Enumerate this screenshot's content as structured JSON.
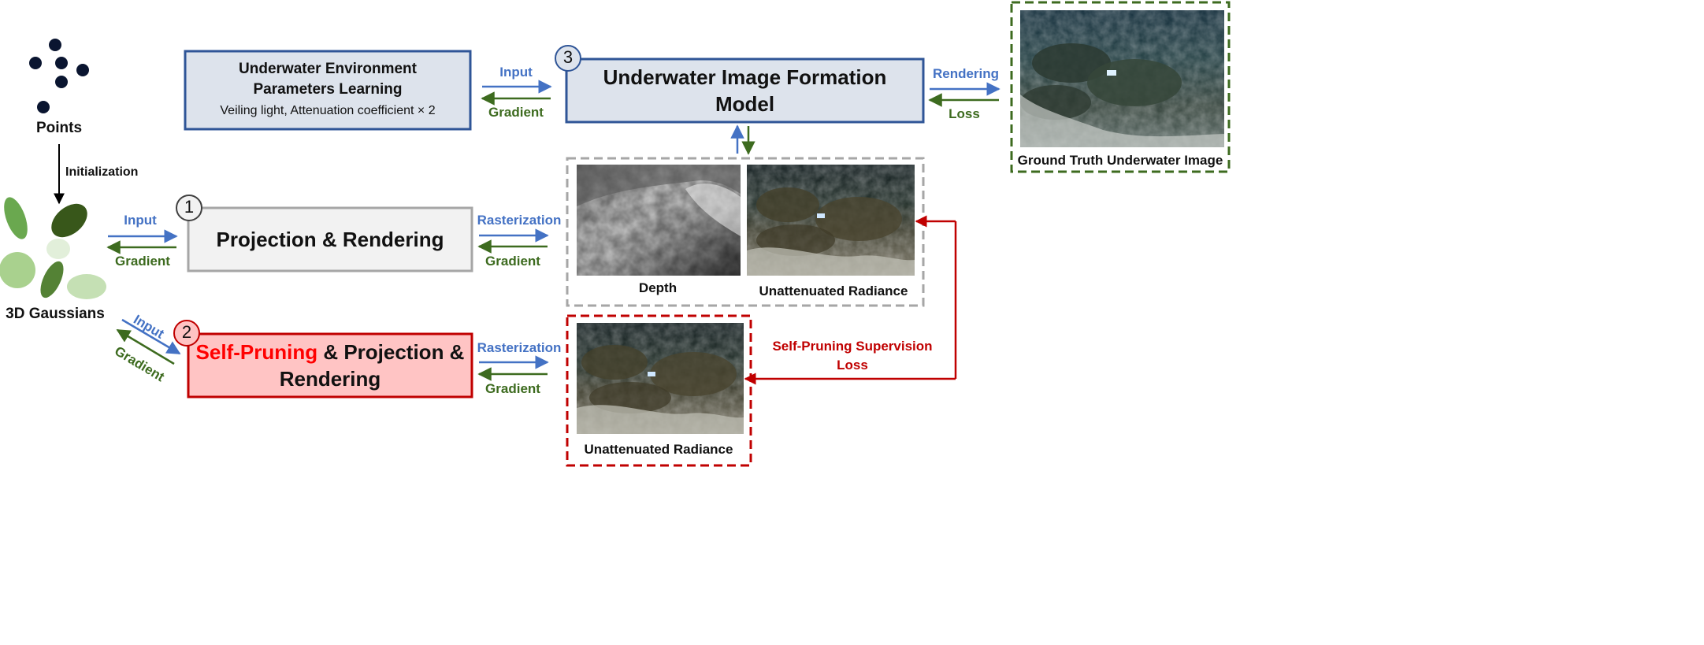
{
  "colors": {
    "blue": "#4472c4",
    "green": "#3d6b1f",
    "red": "#c00000",
    "box_blue_fill": "#dde3ec",
    "box_blue_border": "#2f5597",
    "box_gray_fill": "#f2f2f2",
    "box_gray_border": "#a6a6a6",
    "box_red_fill": "#ffc4c4",
    "box_red_border": "#c00000",
    "gt_border": "#3d6b1f"
  },
  "left": {
    "points_label": "Points",
    "initialization_label": "Initialization",
    "gaussians_label": "3D Gaussians"
  },
  "env_box": {
    "title_line1": "Underwater Environment",
    "title_line2": "Parameters Learning",
    "subtitle": "Veiling light, Attenuation coefficient × 2"
  },
  "formation_box": {
    "number": "3",
    "title_line1": "Underwater Image Formation",
    "title_line2": "Model"
  },
  "projection_box": {
    "number": "1",
    "title": "Projection & Rendering"
  },
  "selfprune_box": {
    "number": "2",
    "title_highlight": "Self-Pruning",
    "title_rest": " & Projection &",
    "title_line2": "Rendering"
  },
  "arrows": {
    "env_input": "Input",
    "env_gradient": "Gradient",
    "rendering": "Rendering",
    "loss": "Loss",
    "proj_input": "Input",
    "proj_gradient": "Gradient",
    "proj_rasterization": "Rasterization",
    "proj_gradient2": "Gradient",
    "sp_input": "Input",
    "sp_gradient": "Gradient",
    "sp_rasterization": "Rasterization",
    "sp_gradient2": "Gradient"
  },
  "images": {
    "depth_label": "Depth",
    "unatt_label": "Unattenuated Radiance",
    "unatt2_label": "Unattenuated Radiance",
    "gt_label": "Ground Truth Underwater Image"
  },
  "supervision": {
    "line1": "Self-Pruning Supervision",
    "line2": "Loss"
  }
}
